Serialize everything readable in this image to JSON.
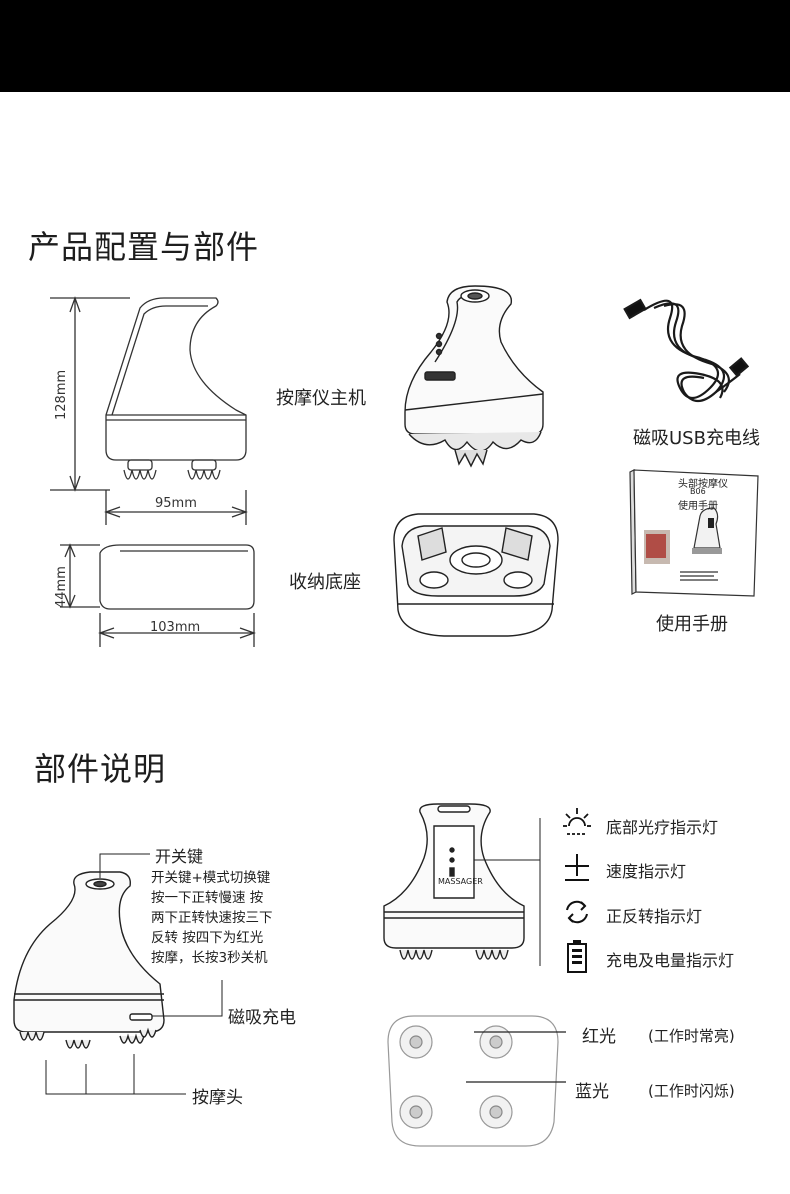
{
  "section1": {
    "title": "产品配置与部件",
    "dims": {
      "height": "128mm",
      "width": "95mm",
      "base_height": "44mm",
      "base_width": "103mm"
    },
    "parts": {
      "main_unit": "按摩仪主机",
      "cable": "磁吸USB充电线",
      "base": "收纳底座",
      "manual": "使用手册"
    },
    "manual_cover": {
      "title": "头部按摩仪",
      "model": "B06",
      "subtitle": "使用手册"
    }
  },
  "section2": {
    "title": "部件说明",
    "power_key": "开关键",
    "power_desc": [
      "开关键+模式切换键",
      "按一下正转慢速 按",
      "两下正转快速按三下",
      "反转 按四下为红光",
      "按摩，长按3秒关机"
    ],
    "magnetic_charge": "磁吸充电",
    "massage_head": "按摩头",
    "device_label": "MASSAGER",
    "indicators": [
      {
        "icon": "sun-icon",
        "label": "底部光疗指示灯"
      },
      {
        "icon": "speed-icon",
        "label": "速度指示灯"
      },
      {
        "icon": "rotate-icon",
        "label": "正反转指示灯"
      },
      {
        "icon": "battery-icon",
        "label": "充电及电量指示灯"
      }
    ],
    "light_modes": [
      {
        "color": "红光",
        "note": "(工作时常亮)"
      },
      {
        "color": "蓝光",
        "note": "(工作时闪烁)"
      }
    ]
  }
}
